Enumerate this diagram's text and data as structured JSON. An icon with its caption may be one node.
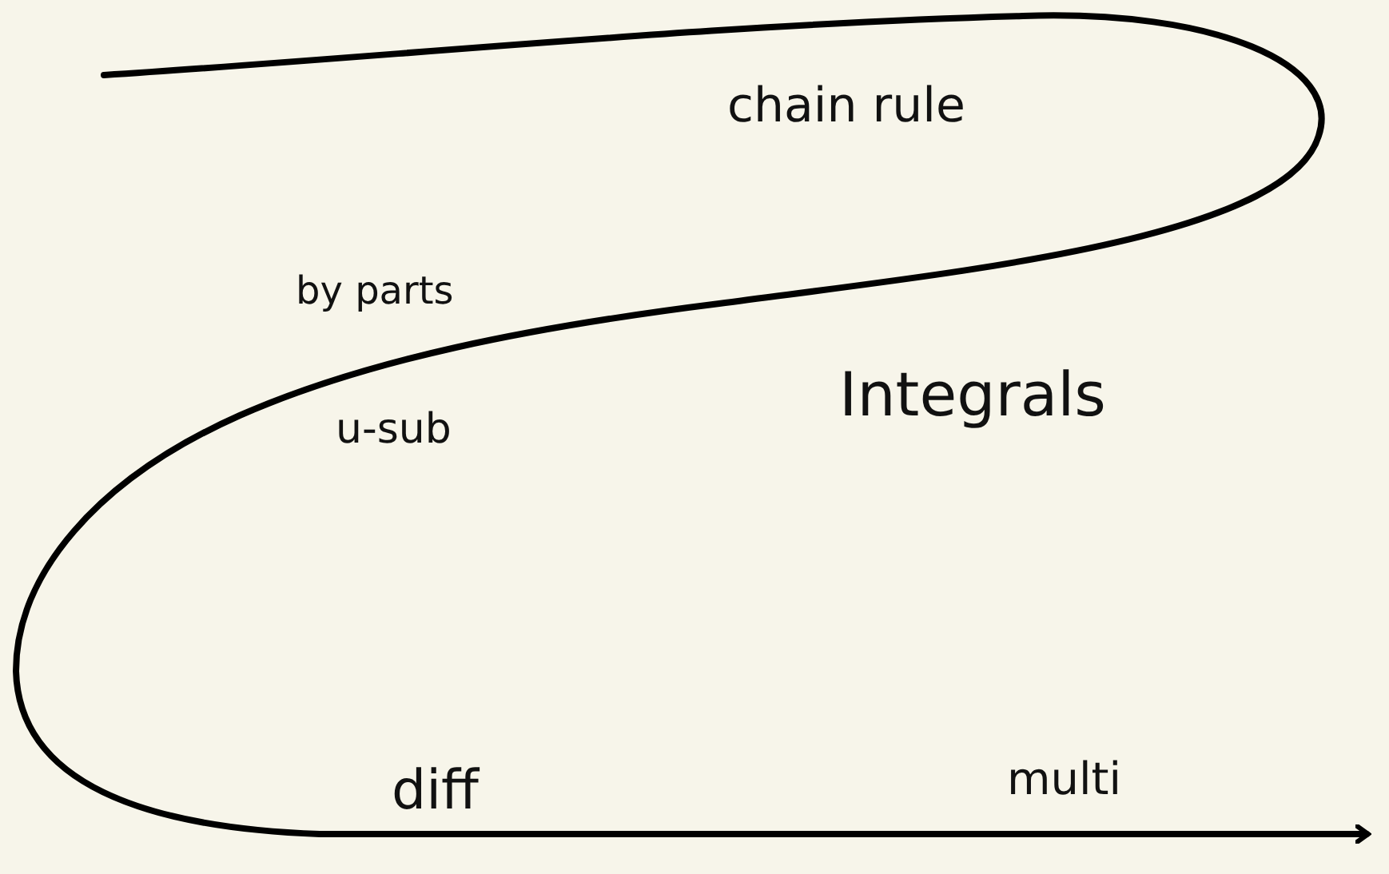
{
  "diagram": {
    "labels": [
      "chain rule",
      "by parts",
      "Integrals",
      "u-sub",
      "diff",
      "multi"
    ]
  }
}
